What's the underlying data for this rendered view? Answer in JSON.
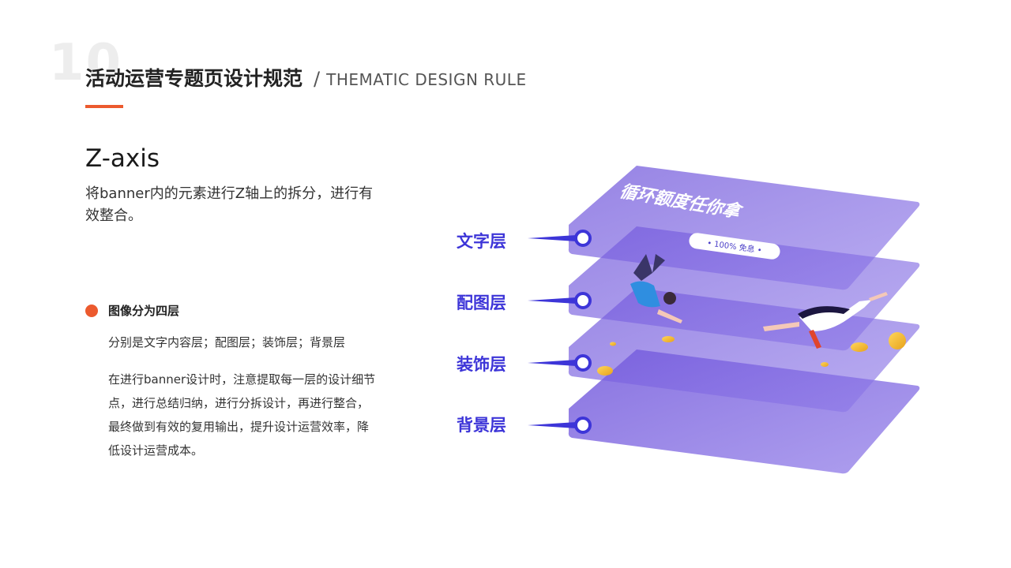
{
  "page_number": "10",
  "header": {
    "title_cn": "活动运营专题页设计规范",
    "separator": "/",
    "title_en": "THEMATIC DESIGN RULE"
  },
  "section": {
    "heading": "Z-axis",
    "intro": "将banner内的元素进行Z轴上的拆分，进行有效整合。"
  },
  "bullet": {
    "label": "图像分为四层",
    "subtitle": "分别是文字内容层；配图层；装饰层；背景层",
    "body": "在进行banner设计时，注意提取每一层的设计细节点，进行总结归纳，进行分拆设计，再进行整合，最终做到有效的复用输出，提升设计运营效率，降低设计运营成本。"
  },
  "layers": {
    "text_layer": "文字层",
    "image_layer": "配图层",
    "deco_layer": "装饰层",
    "bg_layer": "背景层"
  },
  "banner": {
    "headline": "循环额度任你拿",
    "pill": "• 100% 免息 •"
  },
  "colors": {
    "accent": "#ec5a2e",
    "layer_label": "#3d35d8",
    "plane": "#7b5ce0"
  }
}
